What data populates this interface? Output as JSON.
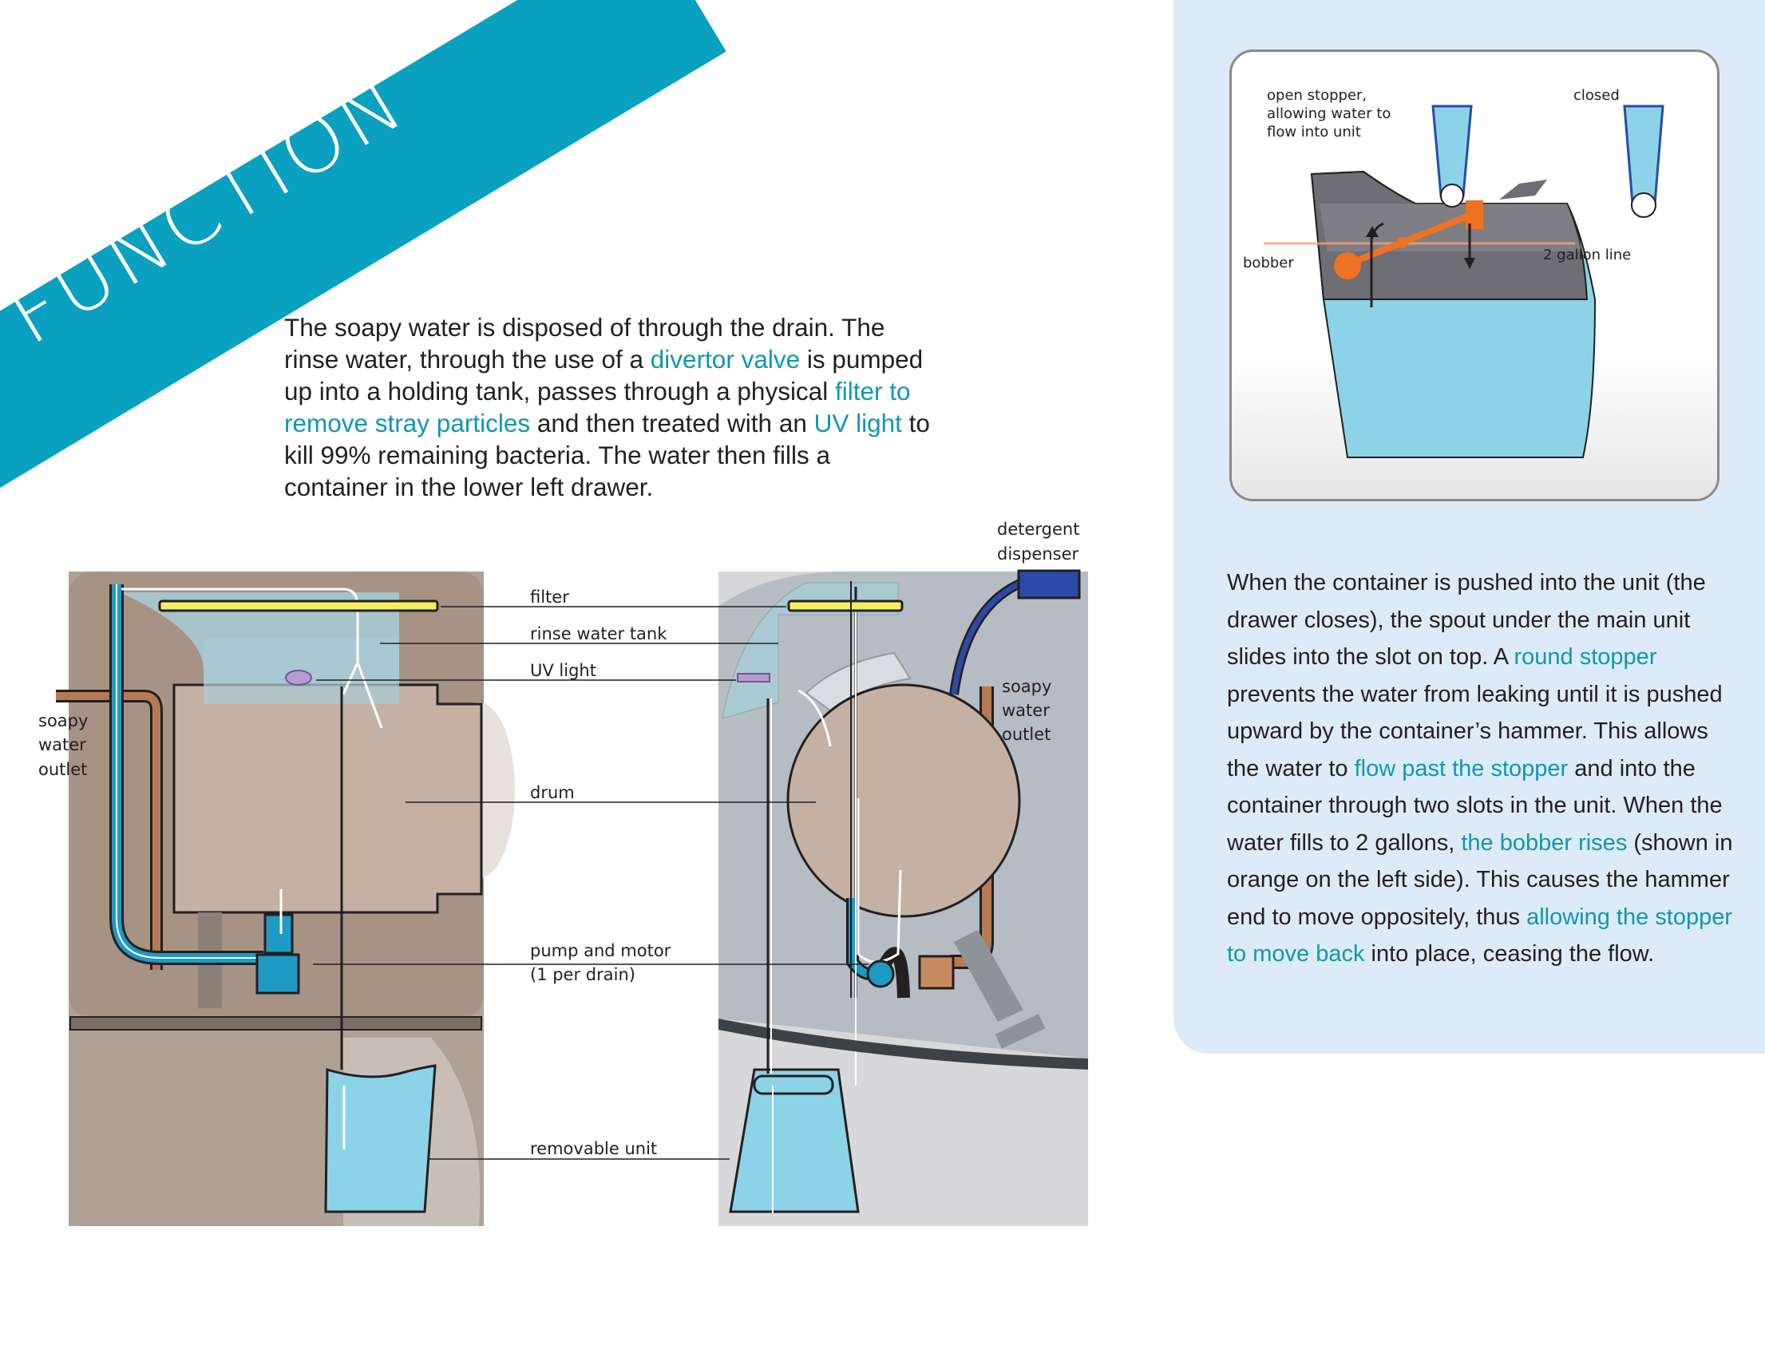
{
  "banner": {
    "title": "FUNCTION"
  },
  "intro": {
    "p1": "The soapy water is disposed of through the drain. The rinse water, through the use of a ",
    "h1": "divertor valve",
    "p2": " is pumped up into a holding tank, passes through a physical ",
    "h2": "filter to remove stray particles",
    "p3": " and then treated with an ",
    "h3": "UV light",
    "p4": " to kill 99% remaining bacteria. The water then fills a container in the lower left drawer."
  },
  "diagram": {
    "labels": {
      "filter": "filter",
      "rinse_tank": "rinse water tank",
      "uv_light": "UV light",
      "drum": "drum",
      "pump_1": "pump and motor",
      "pump_2": "(1 per drain)",
      "removable": "removable unit",
      "detergent_1": "detergent",
      "detergent_2": "dispenser",
      "soapy_left_1": "soapy",
      "soapy_left_2": "water",
      "soapy_left_3": "outlet",
      "soapy_right_1": "soapy",
      "soapy_right_2": "water",
      "soapy_right_3": "outlet"
    },
    "colors": {
      "water": "#8dd3e8",
      "pipe": "#1f9ac4",
      "filter": "#f2ee5c",
      "drum": "#c4b1a2",
      "tank": "#a9c9d3",
      "orange": "#ee7222",
      "detergent": "#2b4aa8"
    }
  },
  "inset": {
    "labels": {
      "open_1": "open stopper,",
      "open_2": "allowing water to",
      "open_3": "flow into unit",
      "closed": "closed",
      "bobber": "bobber",
      "gallon": "2 gallon line"
    }
  },
  "side": {
    "t1": "When the container is pushed into the unit (the drawer closes), the spout under the main unit slides into the slot on top. A ",
    "h1": "round stopper",
    "t2": " prevents the water from leaking until it is pushed upward by the container’s hammer. This allows the water to ",
    "h2": "flow past the stopper",
    "t3": " and into the container through two slots in the unit. When the water fills to 2 gallons, ",
    "h3": "the bobber rises",
    "t4": " (shown in orange on the left side). This causes the hammer end to move oppositely, thus ",
    "h4": "allowing the stopper to move back",
    "t5": " into place, ceasing the flow."
  }
}
